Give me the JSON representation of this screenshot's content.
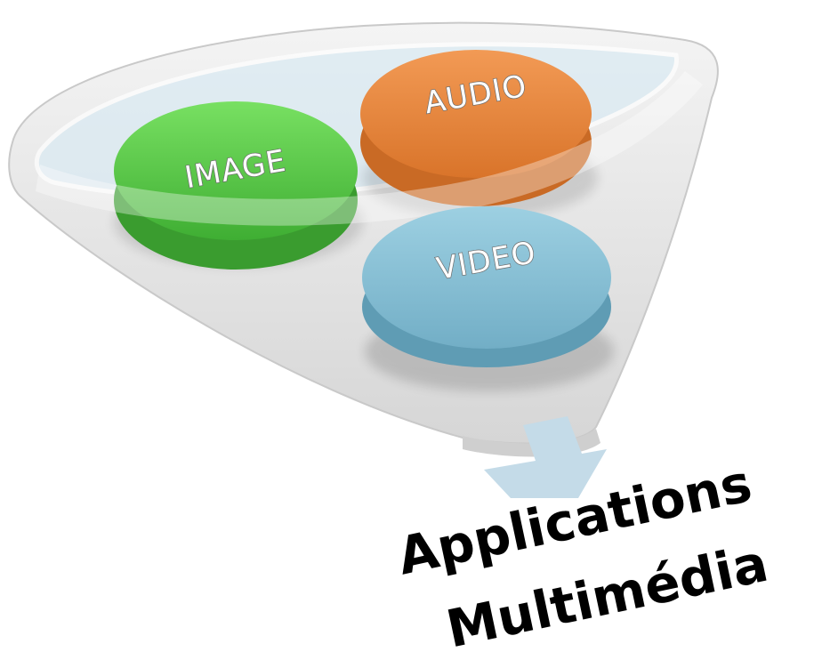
{
  "funnel": {
    "discs": [
      {
        "id": "image",
        "label": "IMAGE",
        "color": "#5ccf4e"
      },
      {
        "id": "audio",
        "label": "AUDIO",
        "color": "#ec8a3f"
      },
      {
        "id": "video",
        "label": "VIDEO",
        "color": "#87bfd4"
      }
    ]
  },
  "output": {
    "line1": "Applications",
    "line2": "Multimédia"
  },
  "colors": {
    "funnel": "#e4e4e4",
    "arrow": "#c4dbe8",
    "text": "#000000"
  }
}
